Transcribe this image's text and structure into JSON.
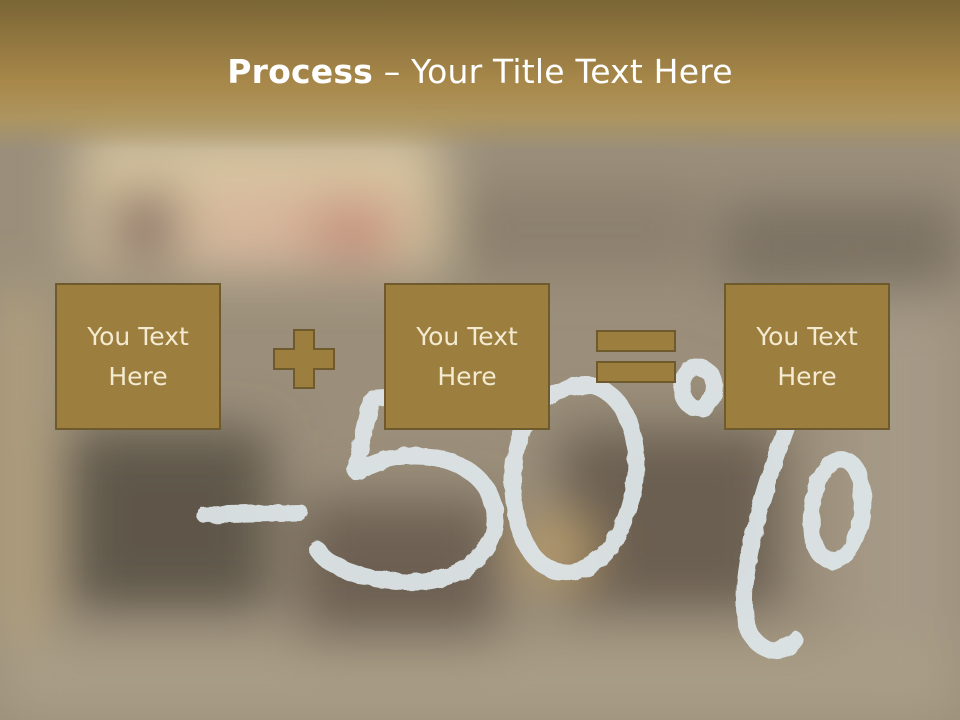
{
  "title": {
    "bold": "Process",
    "rest": " – Your Title Text Here"
  },
  "boxes": [
    {
      "text": "You Text\nHere"
    },
    {
      "text": "You Text\nHere"
    },
    {
      "text": "You Text\nHere"
    }
  ],
  "operators": [
    "plus-icon",
    "equals-icon"
  ],
  "background": {
    "image": "blurred shop photo with hand-drawn discount graphic",
    "handwritten_text": "-50%"
  },
  "colors": {
    "header": "#a8884a",
    "box_fill": "#9c7f3f",
    "box_border": "#6e5a2c",
    "box_text": "#f4ead0",
    "chalk": "#dfe7ea"
  }
}
